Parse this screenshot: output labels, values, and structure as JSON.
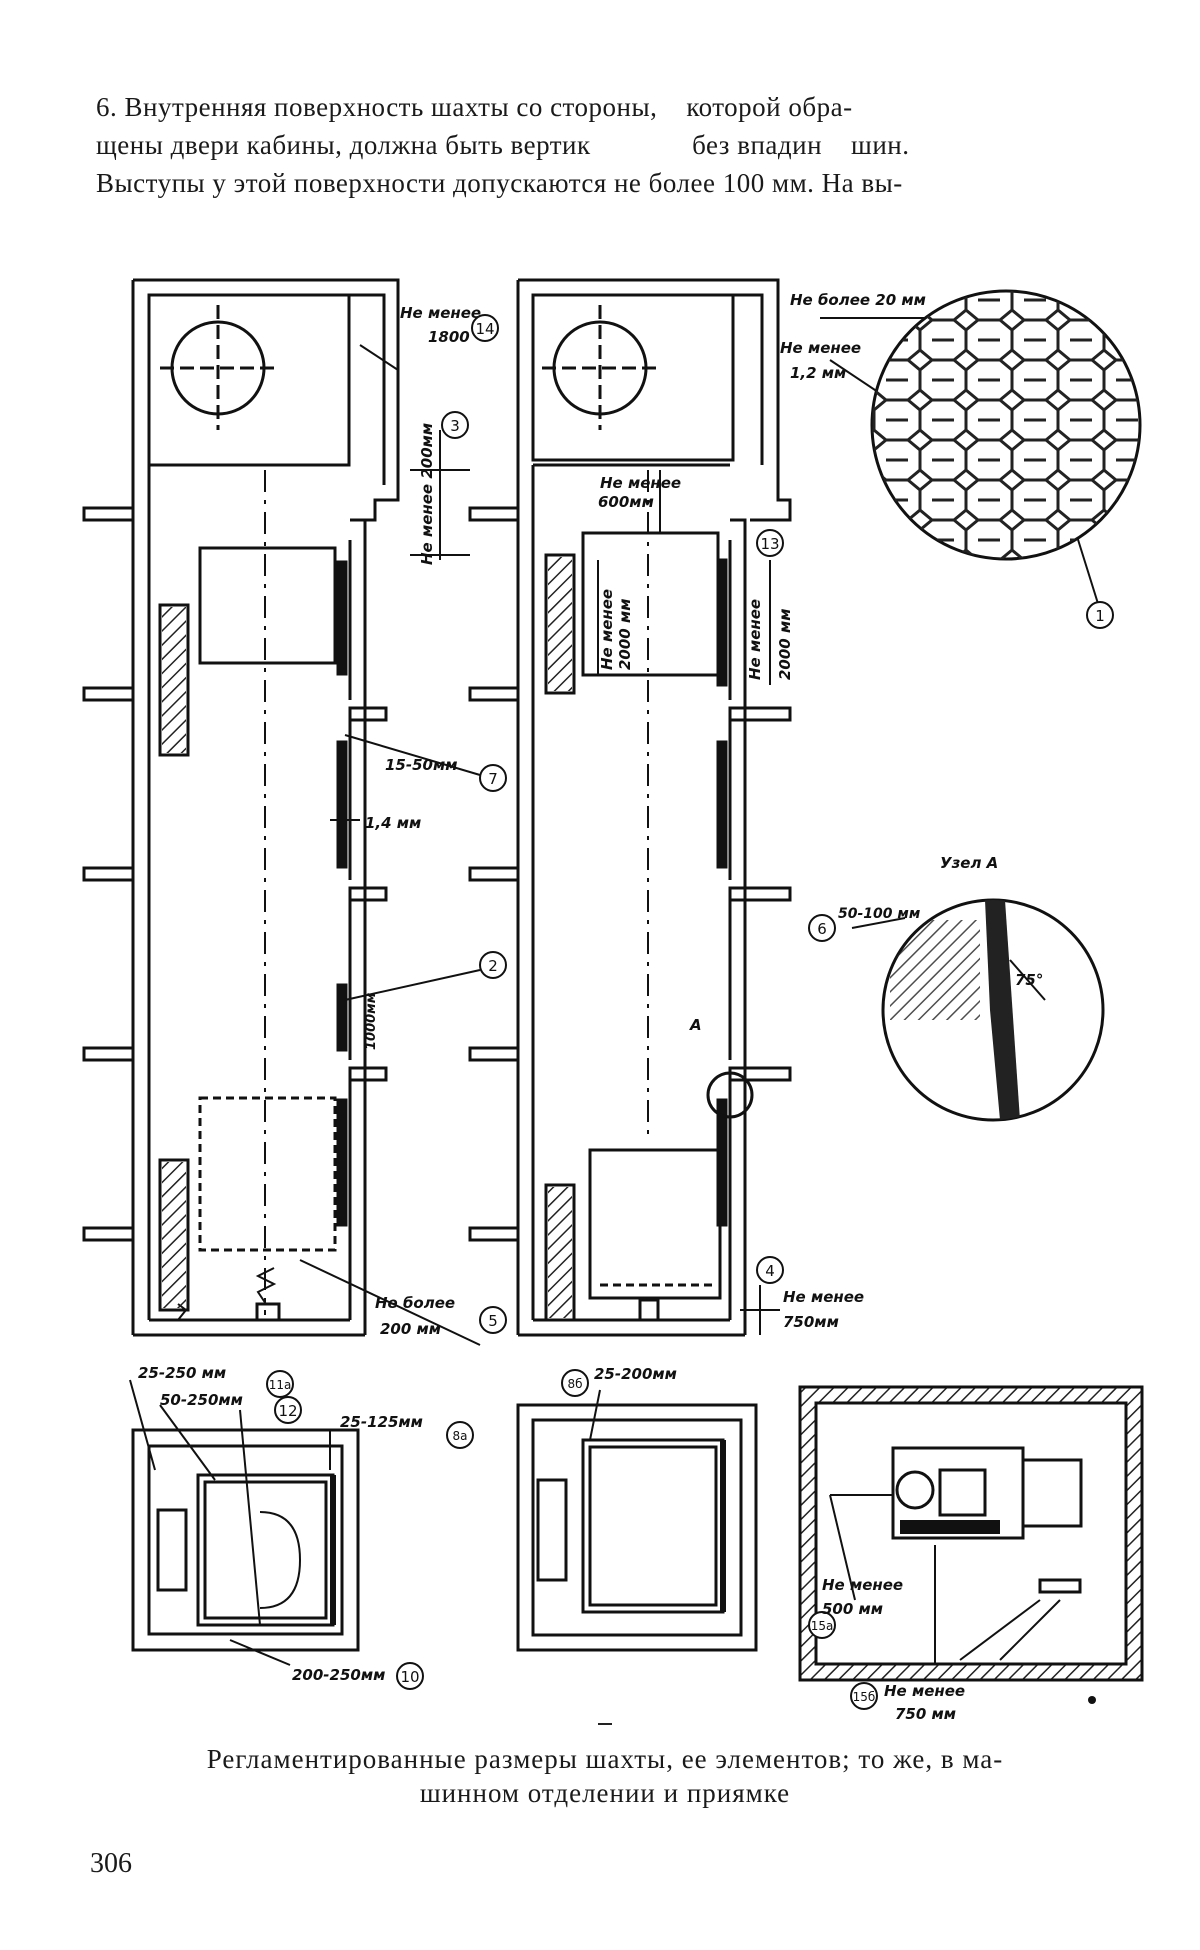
{
  "paragraph": {
    "lines": [
      "6. Внутренняя поверхность шахты со стороны,    которой обра-",
      "щены двери кабины, должна быть вертик              без впадин    шин.",
      "Выступы у этой поверхности допускаются не более 100 мм. На вы-"
    ]
  },
  "figure": {
    "labels": {
      "l14_text": "Не менее",
      "l14_val": "1800",
      "l14_num": "14",
      "l3_text": "Не менее 200мм",
      "l3_num": "3",
      "l600_text": "Не менее",
      "l600_val": "600мм",
      "l13_num": "13",
      "cab_h_text": "Не менее",
      "cab_h_val": "2000 мм",
      "door_h_text": "Не менее",
      "door_h_val": "2000 мм",
      "l7_val": "15-50мм",
      "l7_num": "7",
      "l14mm": "1,4 мм",
      "l2_num": "2",
      "l1000": "1000мм",
      "lA": "А",
      "l5_text": "Не более",
      "l5_val": "200 мм",
      "l5_num": "5",
      "l4_num": "4",
      "l4_text": "Не менее",
      "l4_val": "750мм",
      "mesh_top": "Не более 20 мм",
      "mesh_mid": "Не менее",
      "mesh_val": "1,2 мм",
      "mesh_num": "1",
      "node_title": "Узел А",
      "l6_num": "6",
      "l6_val": "50-100 мм",
      "l6_angle": "75°",
      "p11a_val": "25-250 мм",
      "p11a_num": "11а",
      "p12_val": "50-250мм",
      "p12_num": "12",
      "p8a_val": "25-125мм",
      "p8a_num": "8а",
      "p10_val": "200-250мм",
      "p10_num": "10",
      "p8b_val": "25-200мм",
      "p8b_num": "8б",
      "m15a_num": "15а",
      "m15a_text": "Не менее",
      "m15a_val": "500 мм",
      "m15b_num": "15б",
      "m15b_text": "Не менее",
      "m15b_val": "750 мм"
    }
  },
  "caption": {
    "line1": "Регламентированные размеры шахты, ее элементов; то же, в ма-",
    "line2": "шинном отделении и приямке"
  },
  "page_number": "306"
}
